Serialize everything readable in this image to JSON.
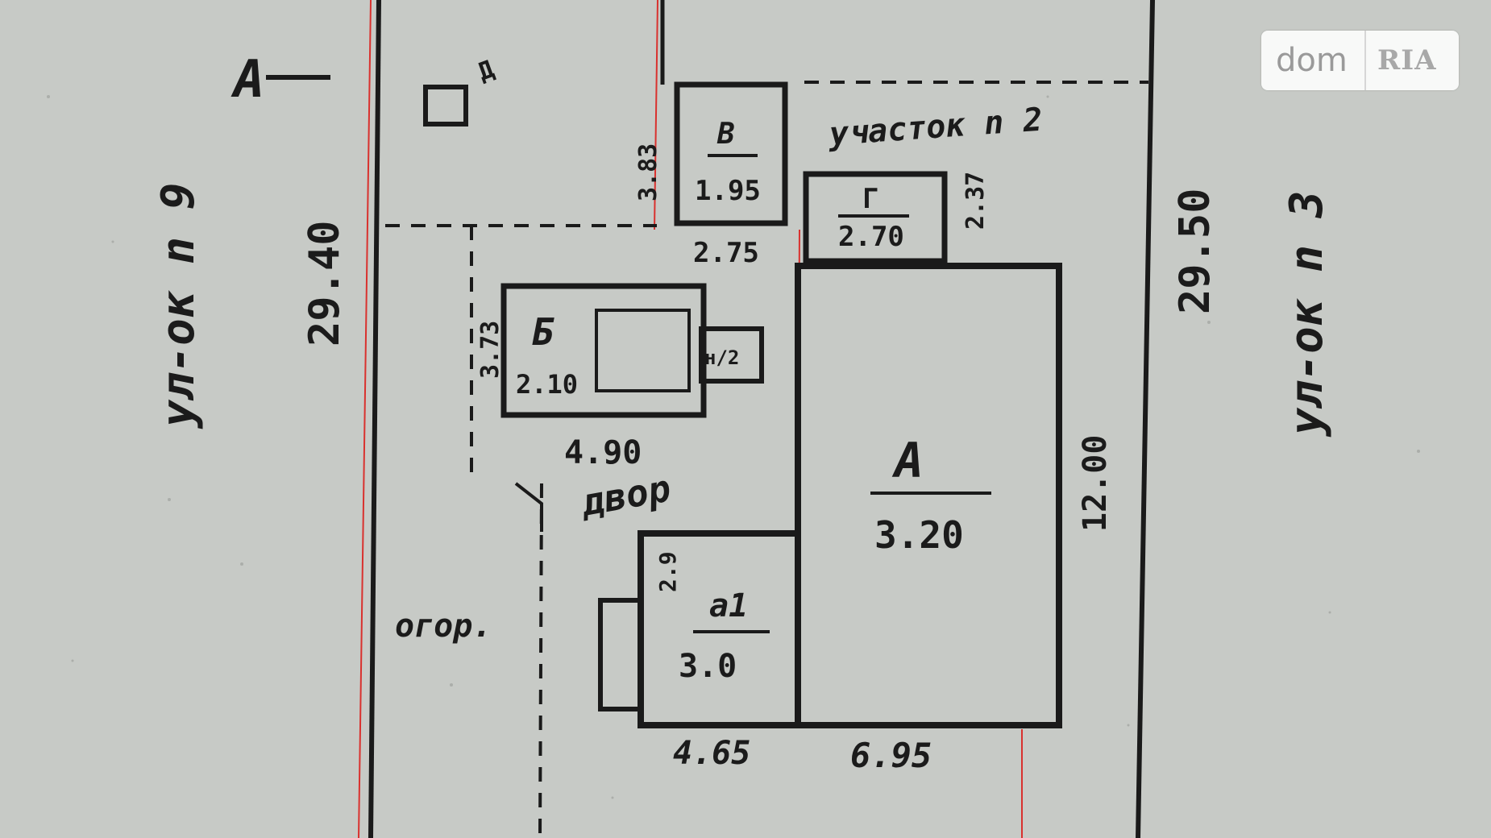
{
  "labels": {
    "street_left": "ул-ок n 9",
    "street_right": "ул-ок n 3",
    "letter_top_left": "А",
    "len_left": "29.40",
    "len_right": "29.50",
    "shed_d": "Д",
    "v_letter": "В",
    "v_width": "1.95",
    "v_height": "3.83",
    "v_below": "2.75",
    "neighbor": "участок n 2",
    "g_letter": "Г",
    "g_width": "2.70",
    "g_height": "2.37",
    "b_letter": "Б",
    "b_width": "2.10",
    "b_height": "3.73",
    "b_annex": "н/2",
    "dim_490": "4.90",
    "yard": "двор",
    "a_letter": "А",
    "a_width": "3.20",
    "a_height": "12.00",
    "a1_letter": "а1",
    "a1_width": "3.0",
    "a1_height": "2.9",
    "fence": "огор.",
    "dim_465": "4.65",
    "dim_695": "6.95"
  },
  "watermark": {
    "dom": "dom",
    "ria": "RIA"
  }
}
